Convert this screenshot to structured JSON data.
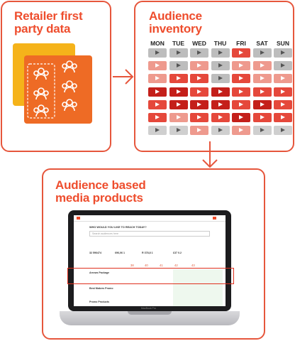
{
  "panels": {
    "first_party": {
      "title": "Retailer first\nparty data"
    },
    "inventory": {
      "title": "Audience\ninventory",
      "days": [
        "MON",
        "TUE",
        "WED",
        "THU",
        "FRI",
        "SAT",
        "SUN"
      ],
      "grid": [
        [
          "grey",
          "grey",
          "grey",
          "grey",
          "red",
          "grey",
          "grey"
        ],
        [
          "pink",
          "grey",
          "pink",
          "grey",
          "pink",
          "pink",
          "grey"
        ],
        [
          "pink",
          "red",
          "red",
          "grey",
          "red",
          "pink",
          "pink"
        ],
        [
          "dred",
          "dred",
          "red",
          "dred",
          "red",
          "red",
          "red"
        ],
        [
          "red",
          "dred",
          "dred",
          "dred",
          "red",
          "dred",
          "red"
        ],
        [
          "red",
          "pink",
          "red",
          "red",
          "dred",
          "red",
          "red"
        ],
        [
          "lgrey",
          "lgrey",
          "pink",
          "lgrey",
          "pink",
          "lgrey",
          "lgrey"
        ]
      ],
      "colors": {
        "grey": "#bdbdbd",
        "lgrey": "#cfcfcf",
        "pink": "#ee9a8e",
        "red": "#e5483b",
        "dred": "#c41f1a"
      }
    },
    "media": {
      "title": "Audience based\nmedia products"
    }
  },
  "laptop": {
    "header": "WHO WOULD YOU LIKE TO REACH TODAY?",
    "search_placeholder": "Search audiences here",
    "stats": [
      "32 596474",
      "696,06 1",
      "R 378,8 1",
      "£37 0.2"
    ],
    "columns": [
      "38",
      "40",
      "41",
      "42",
      "43"
    ],
    "rows": [
      "Arrows Package",
      "Best Makers Promo",
      "Promo Products"
    ],
    "model": "MacBook Pro"
  }
}
